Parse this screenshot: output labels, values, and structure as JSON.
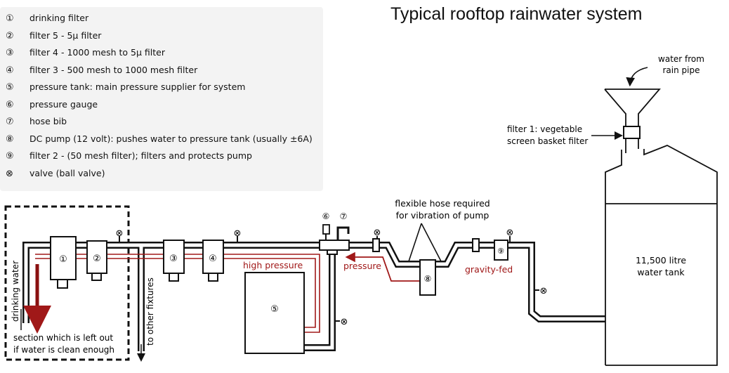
{
  "title": "Typical rooftop rainwater system",
  "legend": [
    {
      "marker": "①",
      "text": "drinking filter"
    },
    {
      "marker": "②",
      "text": "filter 5 - 5µ filter"
    },
    {
      "marker": "③",
      "text": "filter 4 - 1000 mesh to 5µ filter"
    },
    {
      "marker": "④",
      "text": "filter 3 - 500 mesh to 1000 mesh filter"
    },
    {
      "marker": "⑤",
      "text": "pressure tank: main pressure supplier for system"
    },
    {
      "marker": "⑥",
      "text": "pressure gauge"
    },
    {
      "marker": "⑦",
      "text": "hose bib"
    },
    {
      "marker": "⑧",
      "text": "DC pump (12 volt): pushes water to pressure tank (usually ±6A)"
    },
    {
      "marker": "⑨",
      "text": "filter 2 - (50 mesh filter); filters and protects pump"
    },
    {
      "marker": "⊗",
      "text": "valve (ball valve)"
    }
  ],
  "components": {
    "c1": "①",
    "c2": "②",
    "c3": "③",
    "c4": "④",
    "c5": "⑤",
    "c6": "⑥",
    "c7": "⑦",
    "c8": "⑧",
    "c9": "⑨"
  },
  "labels": {
    "drinking_water": "drinking water",
    "to_other_fixtures": "to other fixtures",
    "section_line1": "section which is left out",
    "section_line2": "if water is clean enough",
    "high_pressure": "high pressure",
    "pressure": "pressure",
    "gravity_fed": "gravity-fed",
    "flex_line1": "flexible hose required",
    "flex_line2": "for vibration of pump",
    "tank_line1": "11,500 litre",
    "tank_line2": "water tank",
    "rain_line1": "water from",
    "rain_line2": "rain pipe",
    "filter1_line1": "filter 1: vegetable",
    "filter1_line2": "screen basket filter"
  },
  "colors": {
    "pipe": "#111111",
    "pressure_line": "#a01818",
    "legend_bg": "#f3f3f3"
  }
}
